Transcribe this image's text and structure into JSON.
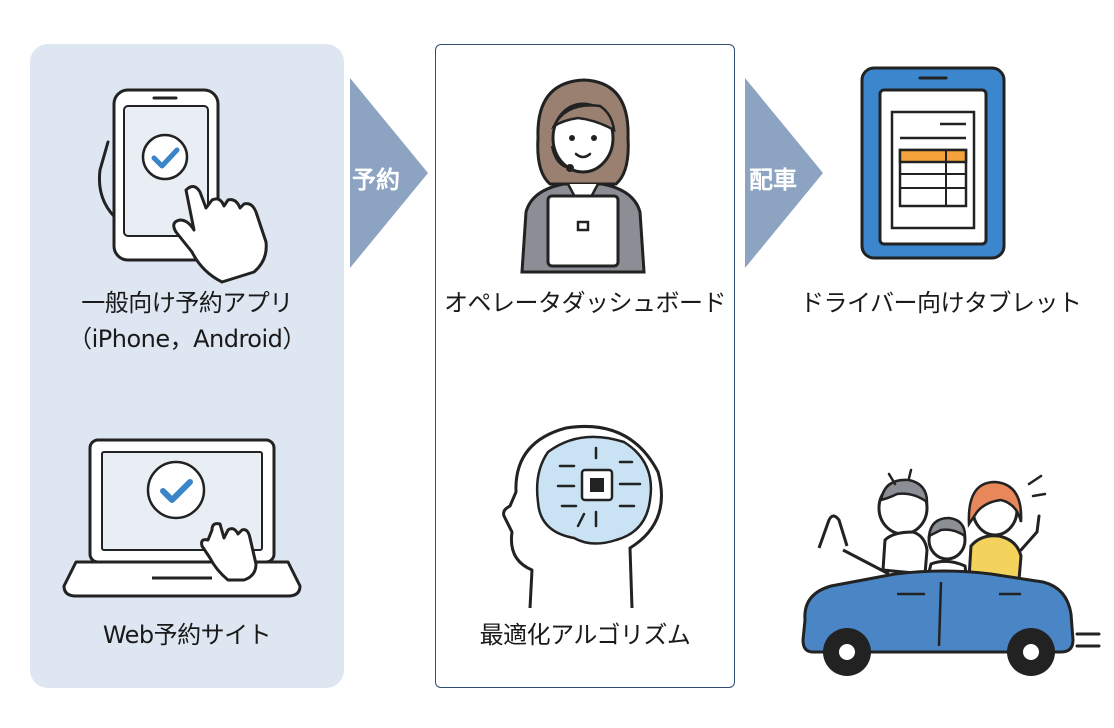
{
  "colors": {
    "panel_bg": "#dde6f1",
    "panel_border": "#2f4e6f",
    "arrow": "#8ca3c1",
    "accent_blue": "#3b86cc",
    "check_blue": "#3a85c8",
    "orange": "#f4a23a",
    "yellow": "#f3d35b"
  },
  "left": {
    "app_label_line1": "一般向け予約アプリ",
    "app_label_line2": "（iPhone，Android）",
    "web_label": "Web予約サイト"
  },
  "arrows": {
    "reserve": "予約",
    "dispatch": "配車"
  },
  "middle": {
    "dashboard_label": "オペレータダッシュボード",
    "algorithm_label": "最適化アルゴリズム"
  },
  "right": {
    "tablet_label": "ドライバー向けタブレット"
  }
}
